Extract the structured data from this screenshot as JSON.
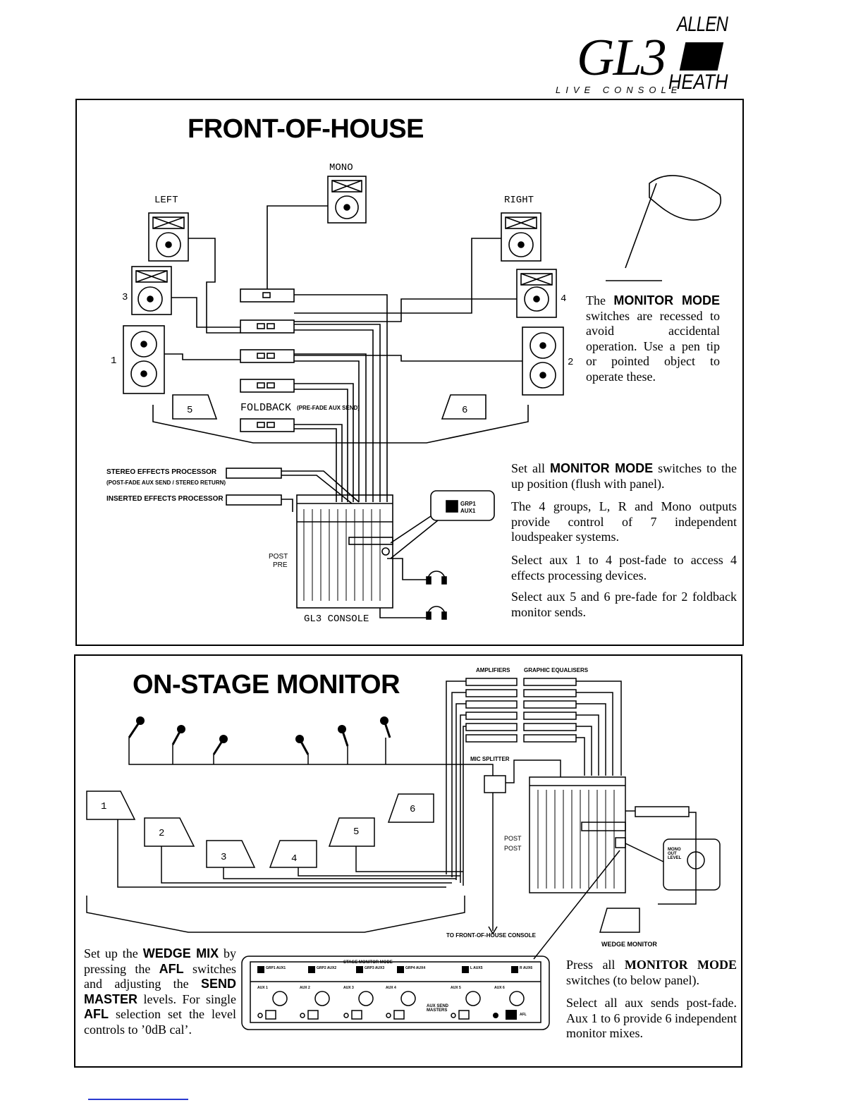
{
  "logo": {
    "brand_top": "ALLEN",
    "model": "GL3",
    "brand_bottom": "HEATH",
    "subtitle": "LIVE CONSOLE"
  },
  "foh": {
    "title": "FRONT-OF-HOUSE",
    "speaker_labels": {
      "mono": "MONO",
      "left": "LEFT",
      "right": "RIGHT",
      "s3": "3",
      "s4": "4",
      "s1": "1",
      "s2": "2",
      "w5": "5",
      "w6": "6"
    },
    "foldback_label": "FOLDBACK",
    "foldback_sub": "(PRE-FADE AUX SEND)",
    "stereo_fx": "STEREO EFFECTS PROCESSOR",
    "stereo_fx_sub": "(POST-FADE AUX SEND / STEREO RETURN)",
    "inserted_fx": "INSERTED EFFECTS PROCESSOR",
    "post": "POST",
    "pre": "PRE",
    "console": "GL3 CONSOLE",
    "switch_grp": "GRP1",
    "switch_aux": "AUX1",
    "pen_note": {
      "lead": "The",
      "bold": "MONITOR MODE",
      "rest": "switches are recessed to avoid accidental operation. Use a pen tip or pointed object to operate these."
    },
    "notes": [
      {
        "lead": "Set all",
        "bold": "MONITOR MODE",
        "rest": "switches to the up position (flush with panel)."
      },
      {
        "lead": "",
        "bold": "",
        "rest": "The 4 groups, L, R and Mono outputs provide control of 7 independent loudspeaker systems."
      },
      {
        "lead": "",
        "bold": "",
        "rest": "Select aux 1 to 4 post-fade to access 4 effects processing devices."
      },
      {
        "lead": "",
        "bold": "",
        "rest": "Select aux 5 and 6 pre-fade for 2 foldback monitor sends."
      }
    ]
  },
  "osm": {
    "title": "ON-STAGE MONITOR",
    "amplifiers": "AMPLIFIERS",
    "graphic_eq": "GRAPHIC EQUALISERS",
    "mic_splitter": "MIC SPLITTER",
    "post1": "POST",
    "post2": "POST",
    "to_foh": "TO FRONT-OF-HOUSE CONSOLE",
    "wedge_monitor": "WEDGE MONITOR",
    "wedge_labels": [
      "1",
      "2",
      "3",
      "4",
      "5",
      "6"
    ],
    "mono_out": "MONO OUT LEVEL",
    "stage_monitor_mode": "STAGE MONITOR MODE",
    "aux_send_masters": "AUX SEND MASTERS",
    "strip_switches": [
      "GRP1 AUX1",
      "GRP2 AUX2",
      "GRP3 AUX3",
      "GRP4 AUX4",
      "L AUX5",
      "R AUX6"
    ],
    "strip_aux": [
      "AUX 1",
      "AUX 2",
      "AUX 3",
      "AUX 4",
      "AUX 5",
      "AUX 6"
    ],
    "afl": "AFL",
    "left_note": {
      "p1": "Set up the",
      "b1": "WEDGE MIX",
      "p2": "by pressing the",
      "b2": "AFL",
      "p3": "switches and adjusting the",
      "b3": "SEND MASTER",
      "p4": "levels. For single",
      "b4": "AFL",
      "p5": "selection set the level controls to ’0dB cal’."
    },
    "right_note": {
      "lead": "Press all",
      "bold": "MONITOR MODE",
      "rest": "switches (to below panel).",
      "p2": "Select all aux sends post-fade. Aux 1 to 6 provide 6 independent monitor mixes."
    }
  }
}
